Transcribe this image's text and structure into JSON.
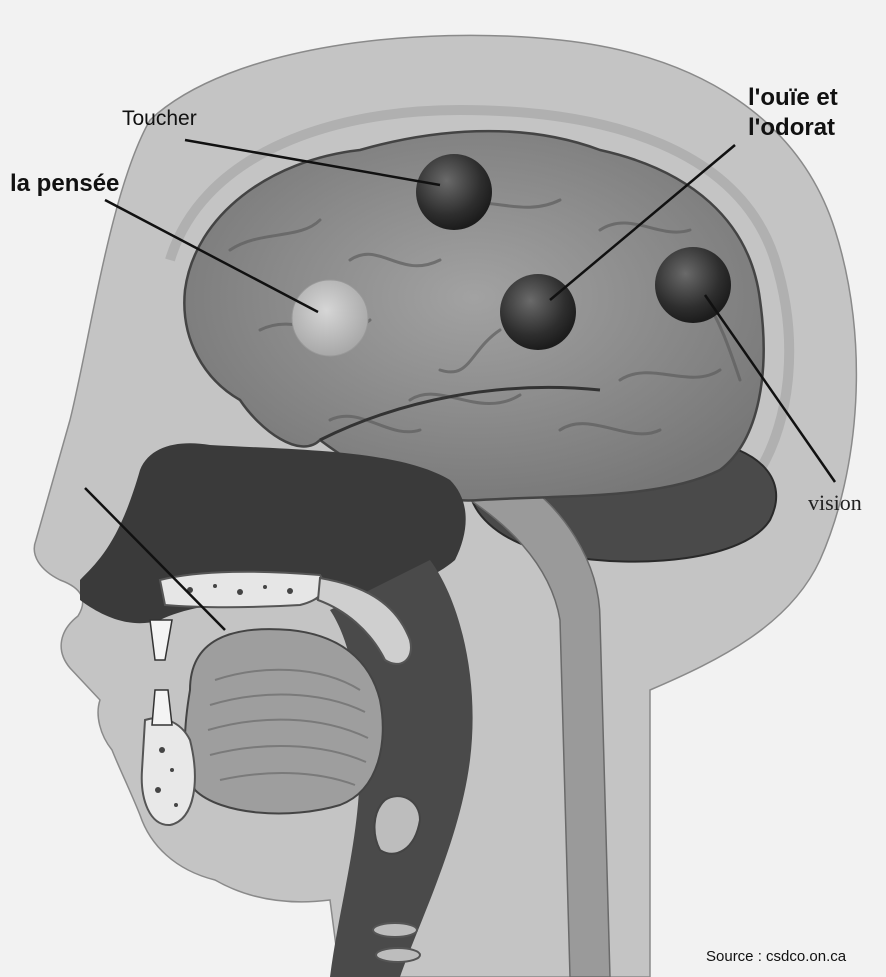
{
  "labels": {
    "touch": "Toucher",
    "thought": "la pensée",
    "hearing_smell_line1": "l'ouïe et",
    "hearing_smell_line2": "l'odorat",
    "vision": "vision"
  },
  "source": "Source : csdco.on.ca",
  "colors": {
    "background": "#f2f2f2",
    "head": "#c4c4c4",
    "brain": "#8e8e8e",
    "dark_tissue": "#3a3a3a",
    "spot_dark": "#2a2a2a",
    "spot_light": "#bdbdbd"
  }
}
